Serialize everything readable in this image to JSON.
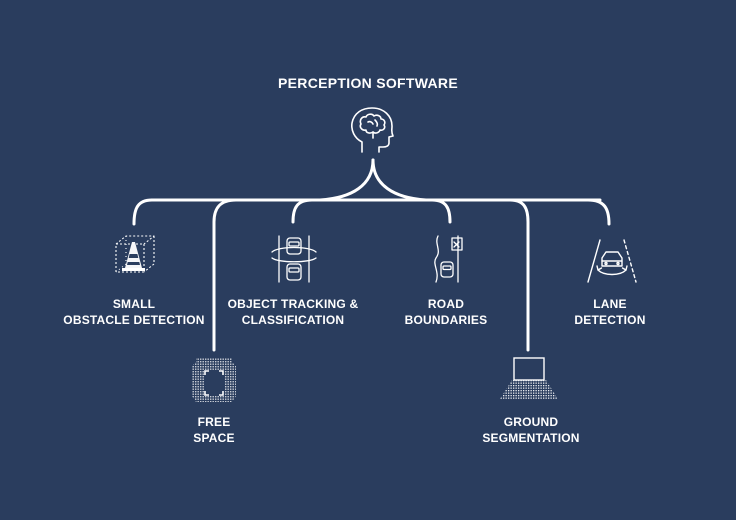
{
  "title": "PERCEPTION SOFTWARE",
  "colors": {
    "background": "#2a3d5e",
    "line": "#ffffff"
  },
  "icons": {
    "root": "head-brain-icon",
    "small_obstacle": "traffic-cone-box-icon",
    "free_space": "free-space-grid-icon",
    "object_tracking": "tracked-cars-icon",
    "road_boundaries": "road-boundary-icon",
    "lane_detection": "lane-car-icon",
    "ground_segmentation": "ground-trapezoid-icon"
  },
  "nodes": {
    "small_obstacle": {
      "line1": "SMALL",
      "line2": "OBSTACLE DETECTION"
    },
    "free_space": {
      "line1": "FREE",
      "line2": "SPACE"
    },
    "object_tracking": {
      "line1": "OBJECT TRACKING &",
      "line2": "CLASSIFICATION"
    },
    "road_boundaries": {
      "line1": "ROAD",
      "line2": "BOUNDARIES"
    },
    "ground_segmentation": {
      "line1": "GROUND",
      "line2": "SEGMENTATION"
    },
    "lane_detection": {
      "line1": "LANE",
      "line2": "DETECTION"
    }
  }
}
